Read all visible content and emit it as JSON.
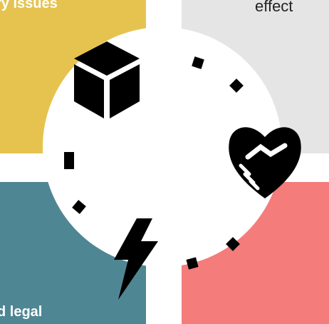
{
  "labels": {
    "top_left": "ry issues",
    "top_right": "effect",
    "bottom_left": "d legal"
  },
  "colors": {
    "yellow": "#E6C34F",
    "teal": "#4F8693",
    "grey": "#E5E5E5",
    "coral": "#F47C7B",
    "icon": "#000000"
  },
  "icons": [
    "cube-icon",
    "handshake-heart-icon",
    "lightning-bolt-icon"
  ]
}
